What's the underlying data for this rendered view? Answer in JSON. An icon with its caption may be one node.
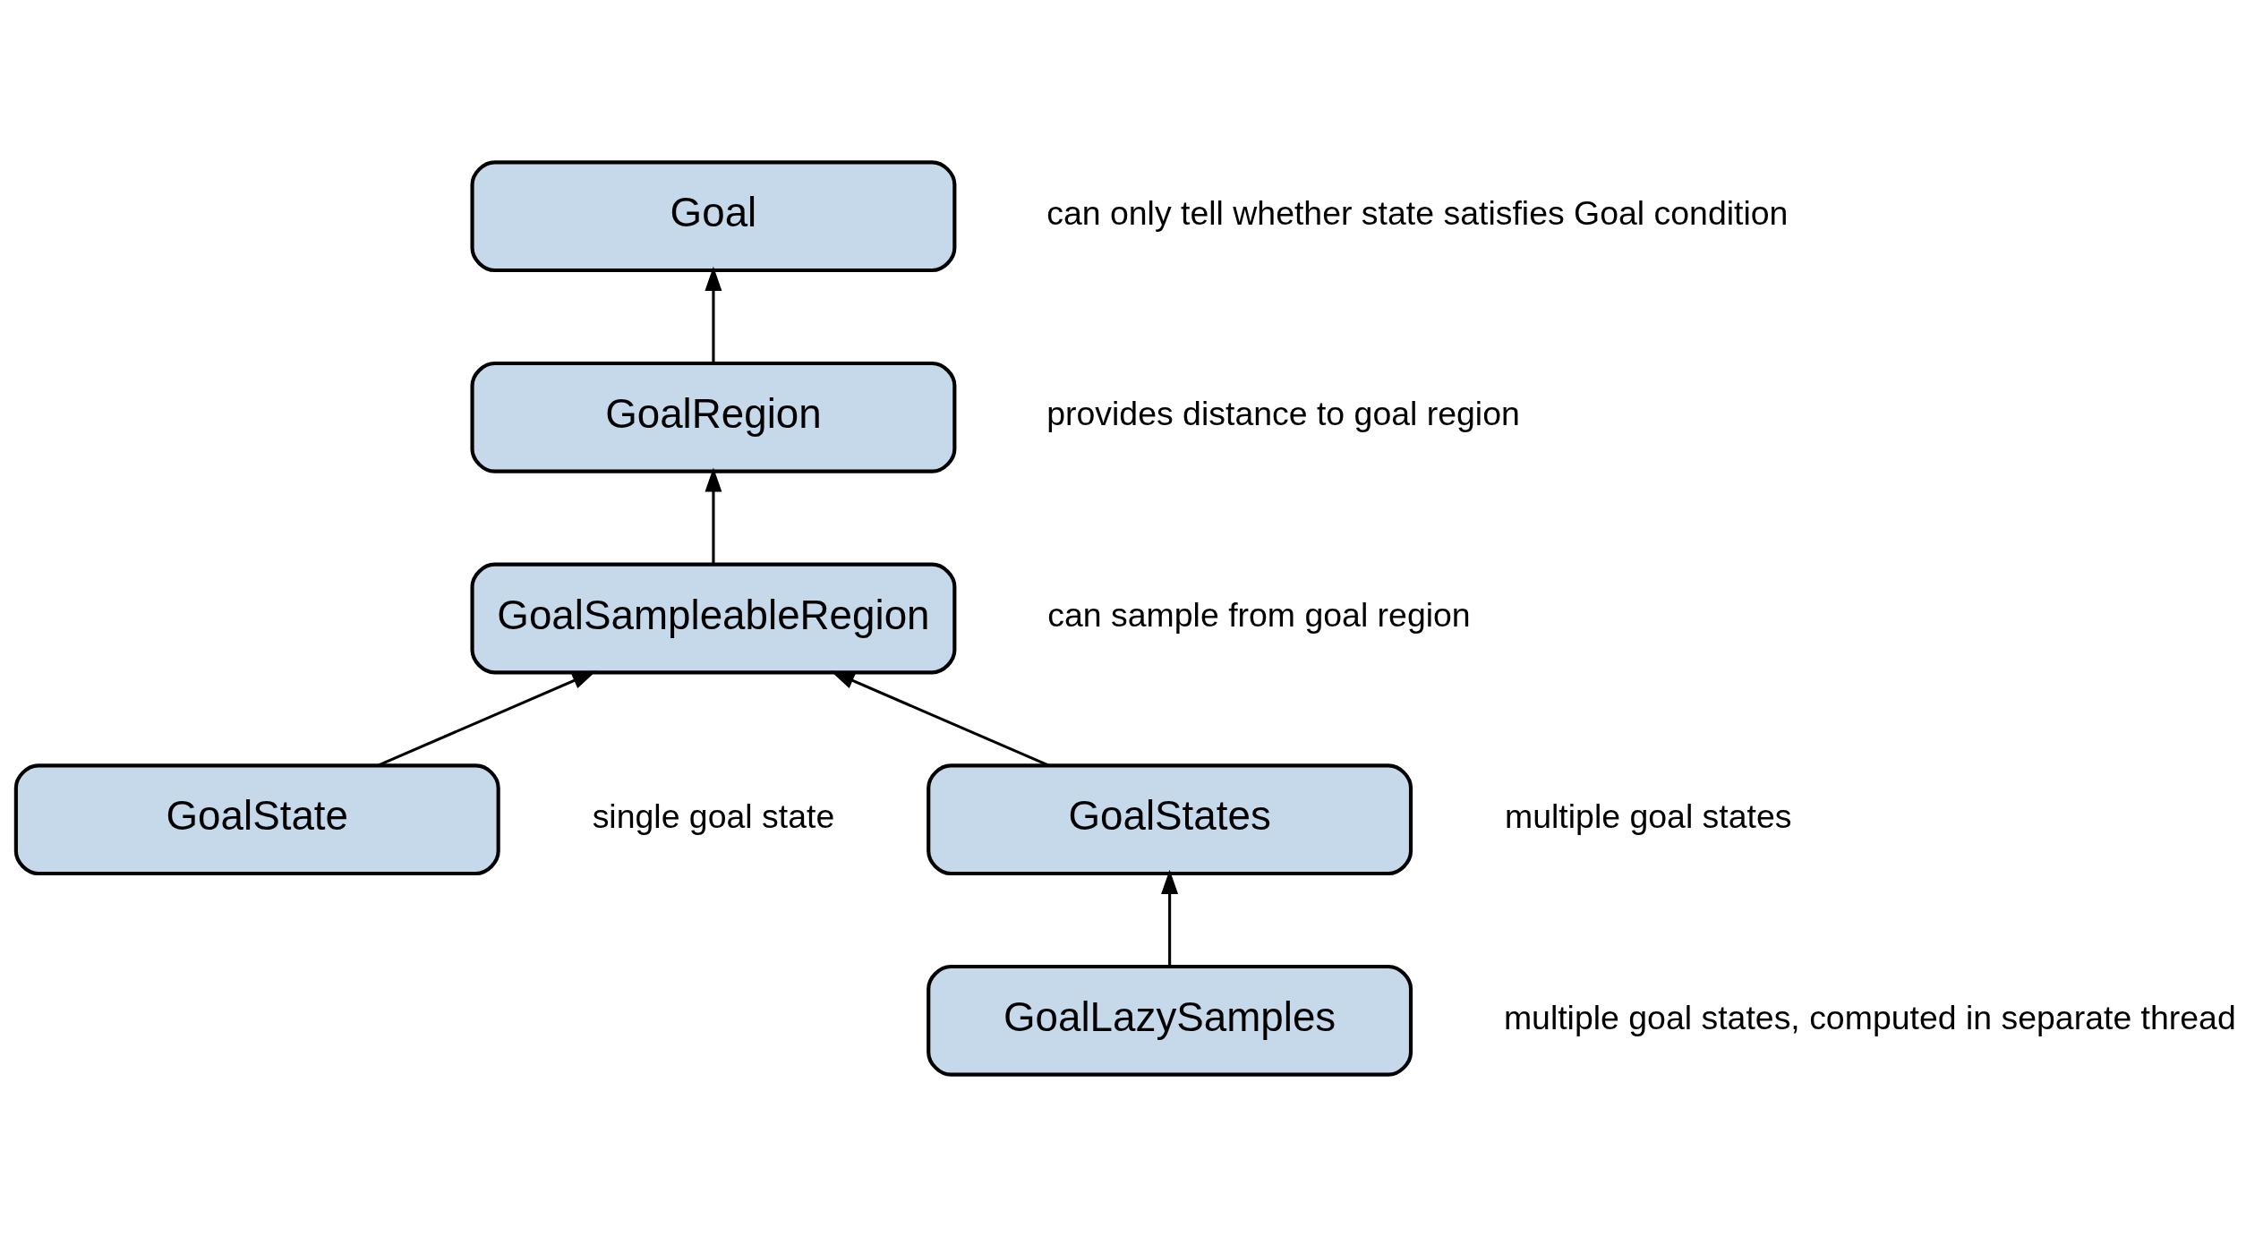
{
  "diagram": {
    "nodes": [
      {
        "text": [
          "Goal"
        ],
        "beside": [
          "can only tell whether state satisfies Goal condition"
        ]
      },
      {
        "text": [
          "GoalRegion"
        ],
        "beside": [
          "provides distance to goal region"
        ]
      },
      {
        "text": [
          "GoalSampleableRegion"
        ],
        "beside": [
          "can sample from goal region"
        ]
      },
      {
        "text": [
          "GoalState"
        ],
        "beside": [
          "single goal state"
        ]
      },
      {
        "text": [
          "GoalStates"
        ],
        "beside": [
          "multiple goal states"
        ]
      },
      {
        "text": [
          "GoalLazySamples"
        ],
        "beside": [
          "multiple goal states, computed in separate thread"
        ]
      }
    ],
    "edges": [
      {
        "from": 1,
        "to": 0,
        "arrow": "to"
      },
      {
        "from": 2,
        "to": 1,
        "arrow": "to"
      },
      {
        "from": 3,
        "to": 2,
        "arrow": "to"
      },
      {
        "from": 4,
        "to": 2,
        "arrow": "to"
      },
      {
        "from": 5,
        "to": 4,
        "arrow": "to"
      }
    ]
  }
}
